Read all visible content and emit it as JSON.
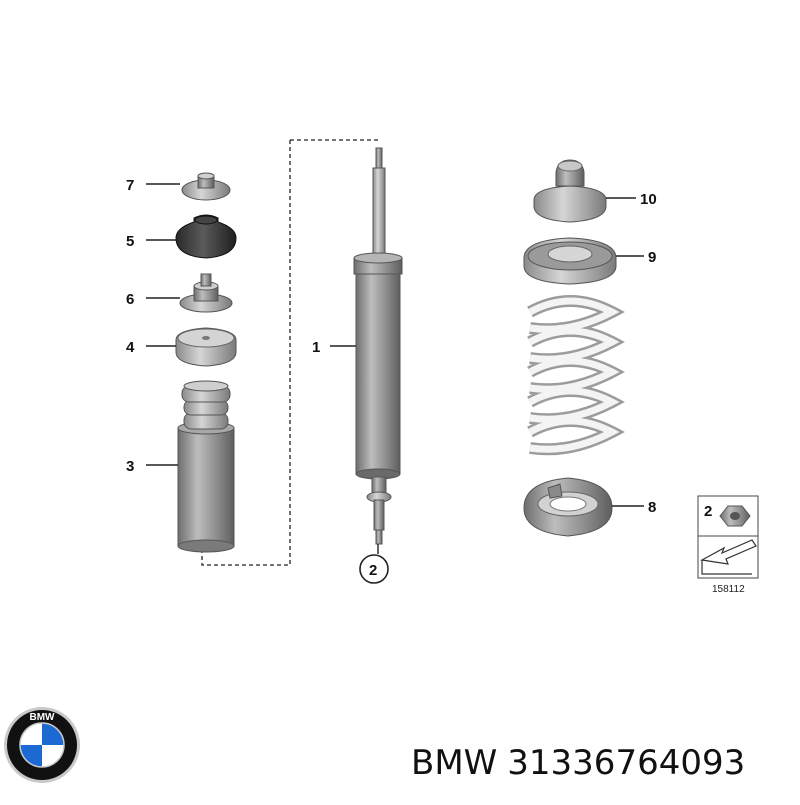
{
  "diagram": {
    "callouts": [
      {
        "id": "1",
        "label": "1"
      },
      {
        "id": "2",
        "label": "2"
      },
      {
        "id": "3",
        "label": "3"
      },
      {
        "id": "4",
        "label": "4"
      },
      {
        "id": "5",
        "label": "5"
      },
      {
        "id": "6",
        "label": "6"
      },
      {
        "id": "7",
        "label": "7"
      },
      {
        "id": "8",
        "label": "8"
      },
      {
        "id": "9",
        "label": "9"
      },
      {
        "id": "10",
        "label": "10"
      }
    ],
    "inset": {
      "label": "2",
      "code": "158112"
    }
  },
  "logo": {
    "text": "BMW",
    "colors": {
      "blue": "#1c69d4",
      "ring": "#111111",
      "chrome": "#c9c9c9"
    }
  },
  "caption": {
    "brand": "BMW",
    "part_number": "31336764093"
  }
}
